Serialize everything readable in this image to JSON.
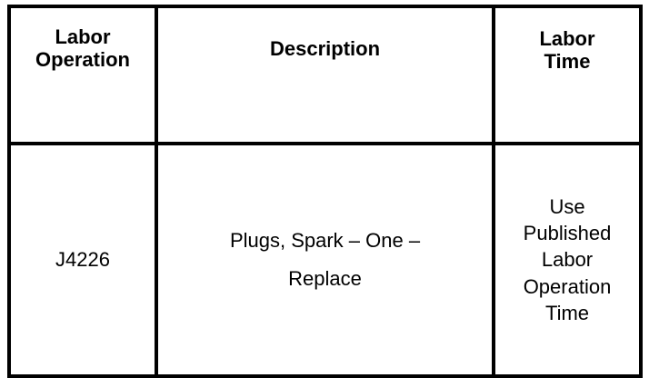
{
  "table": {
    "columns": [
      {
        "id": "labor-operation",
        "header_lines": [
          "Labor",
          "Operation"
        ],
        "header_text": "Labor Operation"
      },
      {
        "id": "description",
        "header_lines": [
          "Description"
        ],
        "header_text": "Description"
      },
      {
        "id": "labor-time",
        "header_lines": [
          "Labor",
          "Time"
        ],
        "header_text": "Labor Time"
      }
    ],
    "rows": [
      {
        "labor_operation": "J4226",
        "description": "Plugs, Spark – One – Replace",
        "labor_time_lines": [
          "Use",
          "Published",
          "Labor",
          "Operation",
          "Time"
        ],
        "labor_time": "Use Published Labor Operation Time"
      }
    ],
    "style": {
      "border_color": "#000000",
      "background_color": "#ffffff",
      "text_color": "#000000"
    }
  }
}
